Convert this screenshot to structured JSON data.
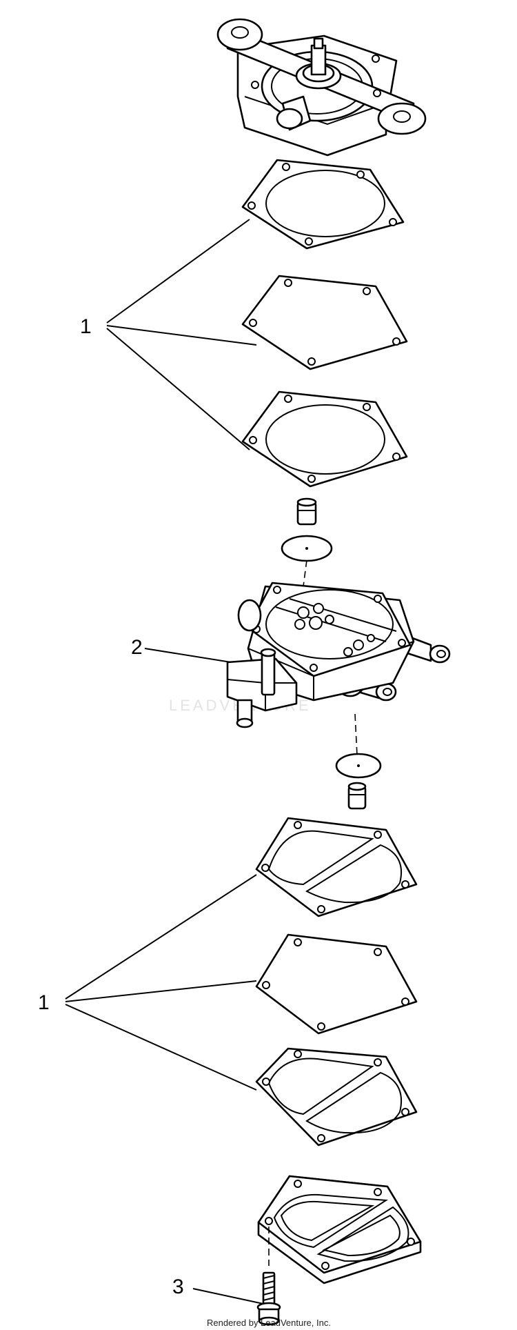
{
  "callouts": {
    "label_1_upper": "1",
    "label_2": "2",
    "label_1_lower": "1",
    "label_3": "3"
  },
  "watermark": "LEADVENTURE",
  "footer": "Rendered by LeadVenture, Inc."
}
